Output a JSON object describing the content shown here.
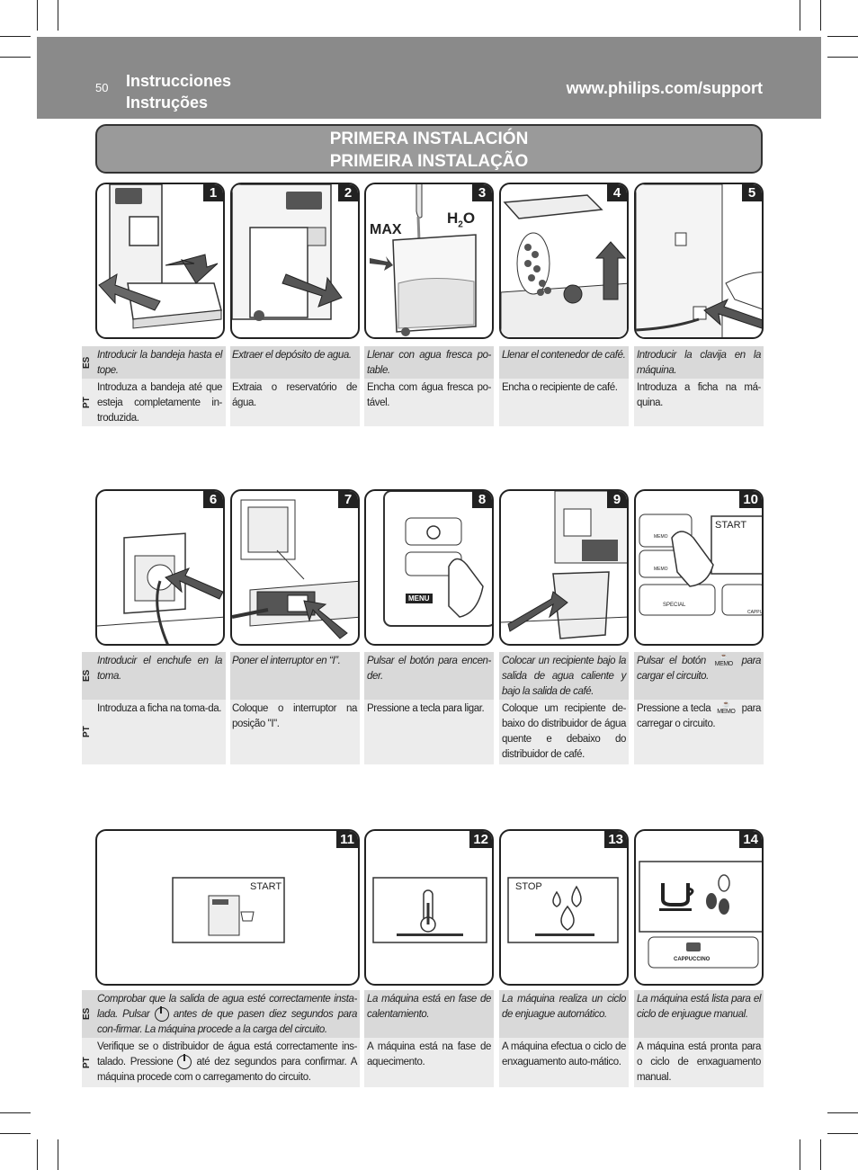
{
  "header": {
    "page_number": "50",
    "title_es": "Instrucciones",
    "title_pt": "Instruções",
    "url": "www.philips.com/support",
    "bar_color": "#8a8a8a"
  },
  "banner": {
    "line1": "PRIMERA INSTALACIÓN",
    "line2": "PRIMEIRA INSTALAÇÃO"
  },
  "lang": {
    "es": "ES",
    "pt": "PT"
  },
  "steps": [
    {
      "num": "1",
      "es": "Introducir la bandeja hasta el tope.",
      "pt": "Introduza a bandeja até que esteja completamente in-troduzida."
    },
    {
      "num": "2",
      "es": "Extraer el depósito de agua.",
      "pt": "Extraia o reservatório de água."
    },
    {
      "num": "3",
      "es": "Llenar con agua fresca po-table.",
      "pt": "Encha com água fresca po-tável.",
      "labels": {
        "max": "MAX",
        "h2o": "H",
        "sub": "2",
        "o": "O"
      }
    },
    {
      "num": "4",
      "es": "Llenar el contenedor de café.",
      "pt": "Encha o recipiente de café."
    },
    {
      "num": "5",
      "es": "Introducir la clavija en la máquina.",
      "pt": "Introduza a ficha na má-quina."
    },
    {
      "num": "6",
      "es": "Introducir el enchufe en la toma.",
      "pt": "Introduza a ficha na toma-da."
    },
    {
      "num": "7",
      "es": "Poner el interruptor en “I”.",
      "pt": "Coloque o interruptor na posição \"I\"."
    },
    {
      "num": "8",
      "es": "Pulsar el botón para encen-der.",
      "pt": "Pressione a tecla para ligar.",
      "labels": {
        "menu": "MENU"
      }
    },
    {
      "num": "9",
      "es": "Colocar un recipiente bajo la salida de agua caliente y bajo la salida de café.",
      "pt": "Coloque um recipiente de-baixo do distribuidor de água quente e debaixo do distribuidor de café."
    },
    {
      "num": "10",
      "es_a": "Pulsar el botón",
      "es_b": "para cargar el circuito.",
      "pt_a": "Pressione a tecla",
      "pt_b": "para carregar o circuito.",
      "memo": "MEMO",
      "labels": {
        "start": "START",
        "memo": "MEMO",
        "special": "SPECIAL",
        "capp": "CAPPU"
      }
    },
    {
      "num": "11",
      "es_a": "Comprobar que la salida de agua esté correctamente insta-lada. Pulsar",
      "es_b": "antes de que pasen diez segundos para con-firmar. La máquina procede a la carga del circuito.",
      "pt_a": "Verifique se o distribuidor de água está correctamente ins-talado. Pressione",
      "pt_b": "até dez segundos para confirmar. A máquina procede com o carregamento do circuito.",
      "labels": {
        "start": "START"
      }
    },
    {
      "num": "12",
      "es": "La máquina está en fase de calentamiento.",
      "pt": "A máquina está na fase de aquecimento."
    },
    {
      "num": "13",
      "es": "La máquina realiza un ciclo de enjuague automático.",
      "pt": "A máquina efectua o ciclo de enxaguamento auto-mático.",
      "labels": {
        "stop": "STOP"
      }
    },
    {
      "num": "14",
      "es": "La máquina está lista para el ciclo de enjuague manual.",
      "pt": "A máquina está pronta para o ciclo de enxaguamento manual.",
      "labels": {
        "cappuccino": "CAPPUCCINO"
      }
    }
  ]
}
